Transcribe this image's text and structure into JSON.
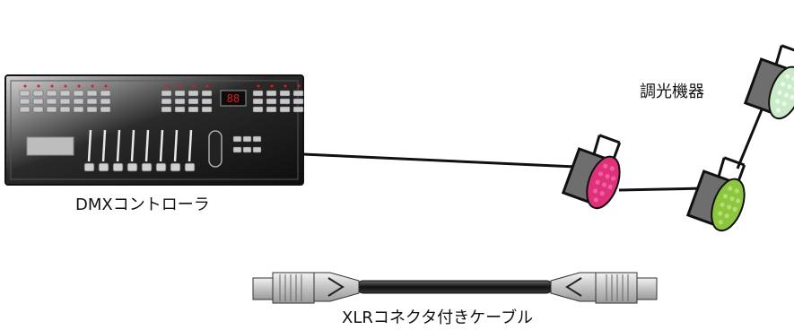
{
  "labels": {
    "controller": "DMXコントローラ",
    "fixtures": "調光機器",
    "cable": "XLRコネクタ付きケーブル"
  },
  "colors": {
    "cable": "#111111",
    "panel_dark": "#1a1a1a",
    "panel_light": "#c8c8c8",
    "display_red": "#e11b1b",
    "fixture_body": "#6e6e6e",
    "lens_magenta": "#e0307a",
    "lens_green": "#8cc63e",
    "lens_pale_green": "#c9ebc8"
  },
  "icons": {
    "controller": "dmx-controller-icon",
    "fixture": "par-light-icon",
    "cable": "xlr-cable-icon"
  }
}
